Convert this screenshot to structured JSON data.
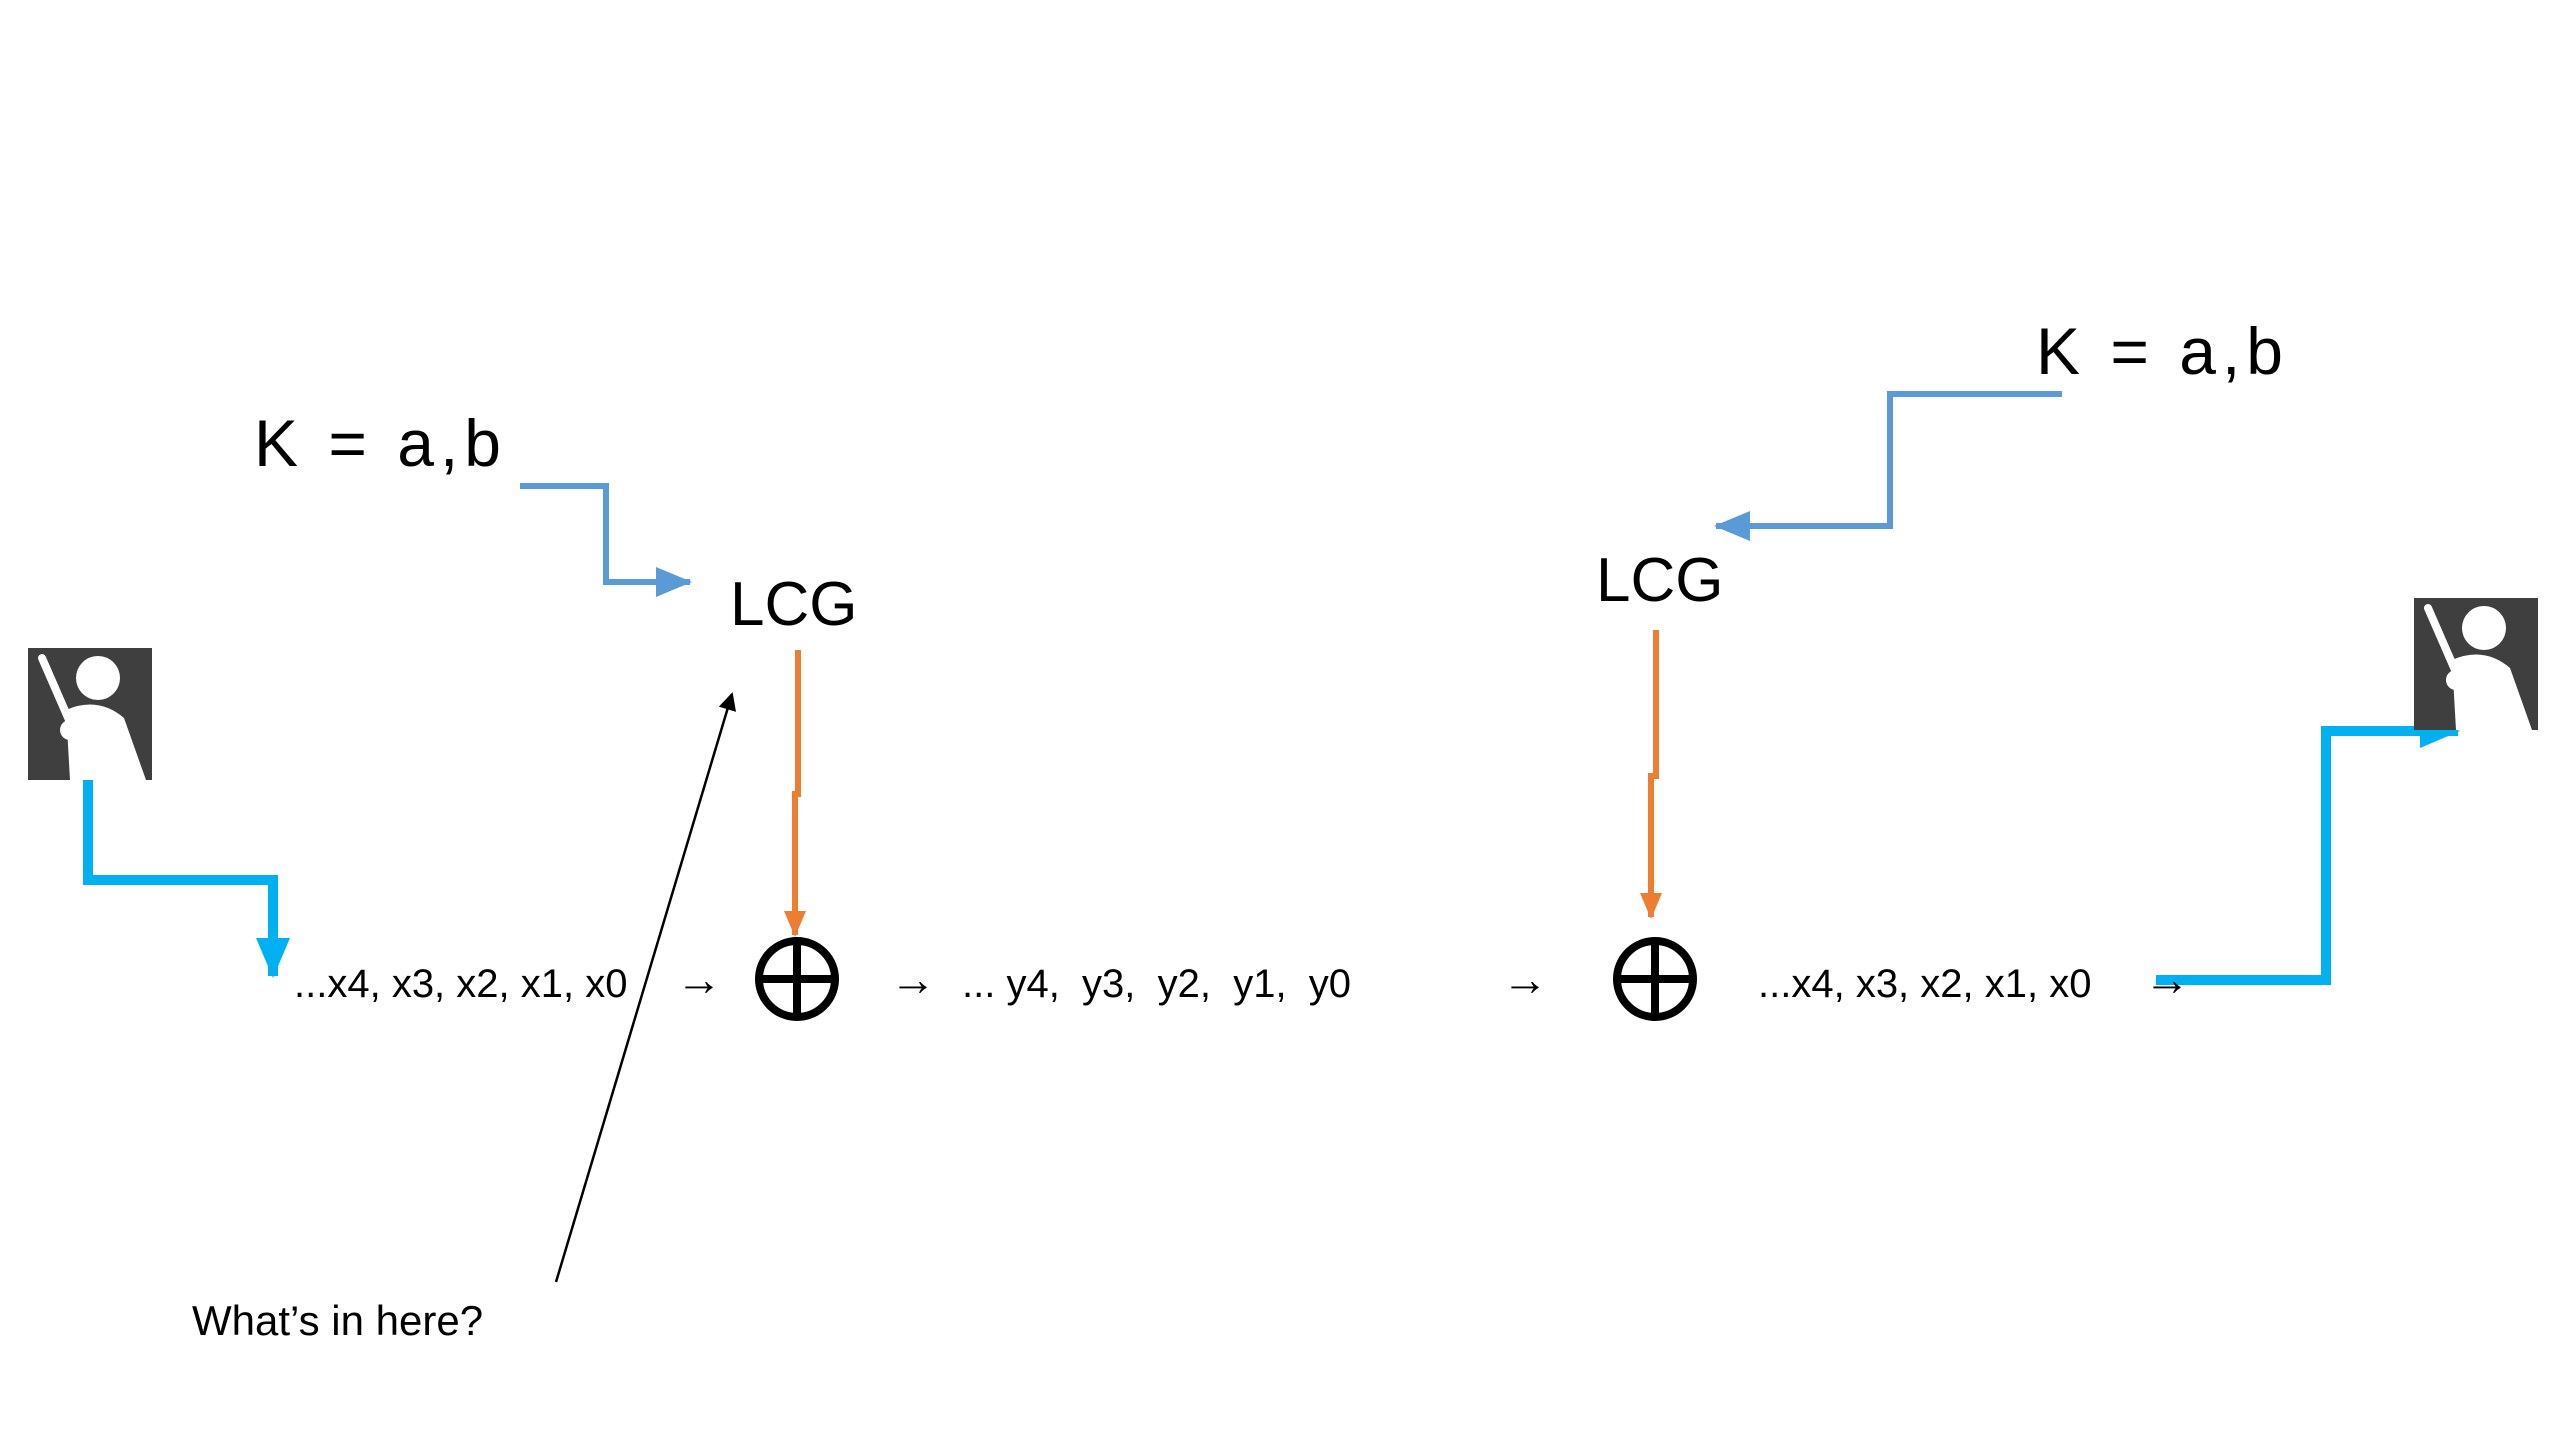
{
  "left_party": {
    "key_label": "K = a,b",
    "generator_label": "LCG",
    "plaintext_stream": "...x4, x3, x2, x1, x0",
    "annotation": "What’s in here?"
  },
  "channel": {
    "ciphertext_stream": "... y4,  y3,  y2,  y1,  y0"
  },
  "right_party": {
    "key_label": "K = a,b",
    "generator_label": "LCG",
    "plaintext_stream": "...x4, x3, x2, x1, x0"
  },
  "symbols": {
    "flow_arrow": "→",
    "xor_operator": "⊕"
  },
  "icons": {
    "sender": "user-icon",
    "receiver": "user-icon"
  },
  "colors": {
    "key_line": "#5b9bd5",
    "keystream_line": "#ed7d31",
    "data_line": "#00b0f0",
    "avatar_bg": "#3f3f3f"
  }
}
